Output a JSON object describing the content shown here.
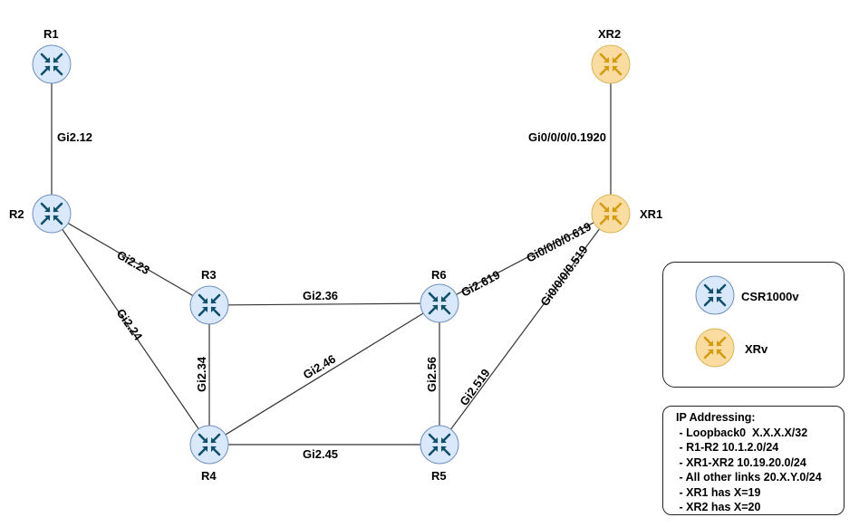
{
  "routers": {
    "R1": {
      "name": "R1",
      "type": "csr"
    },
    "R2": {
      "name": "R2",
      "type": "csr"
    },
    "R3": {
      "name": "R3",
      "type": "csr"
    },
    "R4": {
      "name": "R4",
      "type": "csr"
    },
    "R5": {
      "name": "R5",
      "type": "csr"
    },
    "R6": {
      "name": "R6",
      "type": "csr"
    },
    "XR1": {
      "name": "XR1",
      "type": "xr"
    },
    "XR2": {
      "name": "XR2",
      "type": "xr"
    }
  },
  "links": {
    "r1_r2": "Gi2.12",
    "r2_r3": "Gi2.23",
    "r2_r4": "Gi2.24",
    "r3_r6": "Gi2.36",
    "r3_r4": "Gi2.34",
    "r4_r6": "Gi2.46",
    "r4_r5": "Gi2.45",
    "r6_r5": "Gi2.56",
    "r6_xr1_r6": "Gi2.619",
    "r6_xr1_xr": "Gi0/0/0/0.619",
    "r5_xr1_r5": "Gi2.519",
    "r5_xr1_xr": "Gi0/0/0/0.519",
    "xr2_xr1": "Gi0/0/0/0.1920"
  },
  "legend": {
    "csr": "CSR1000v",
    "xr": "XRv"
  },
  "ip_addressing": {
    "title": "IP Addressing:",
    "lines": [
      " - Loopback0  X.X.X.X/32",
      " - R1-R2 10.1.2.0/24",
      " - XR1-XR2 10.19.20.0/24",
      " - All other links 20.X.Y.0/24",
      " - XR1 has X=19",
      " - XR2 has X=20"
    ]
  },
  "colors": {
    "csr_fill": "#dae8fc",
    "csr_stroke": "#6c8ebf",
    "csr_arrow": "#10506c",
    "xr_fill": "#fbdca0",
    "xr_stroke": "#d6b656",
    "xr_arrow": "#d49a10"
  }
}
